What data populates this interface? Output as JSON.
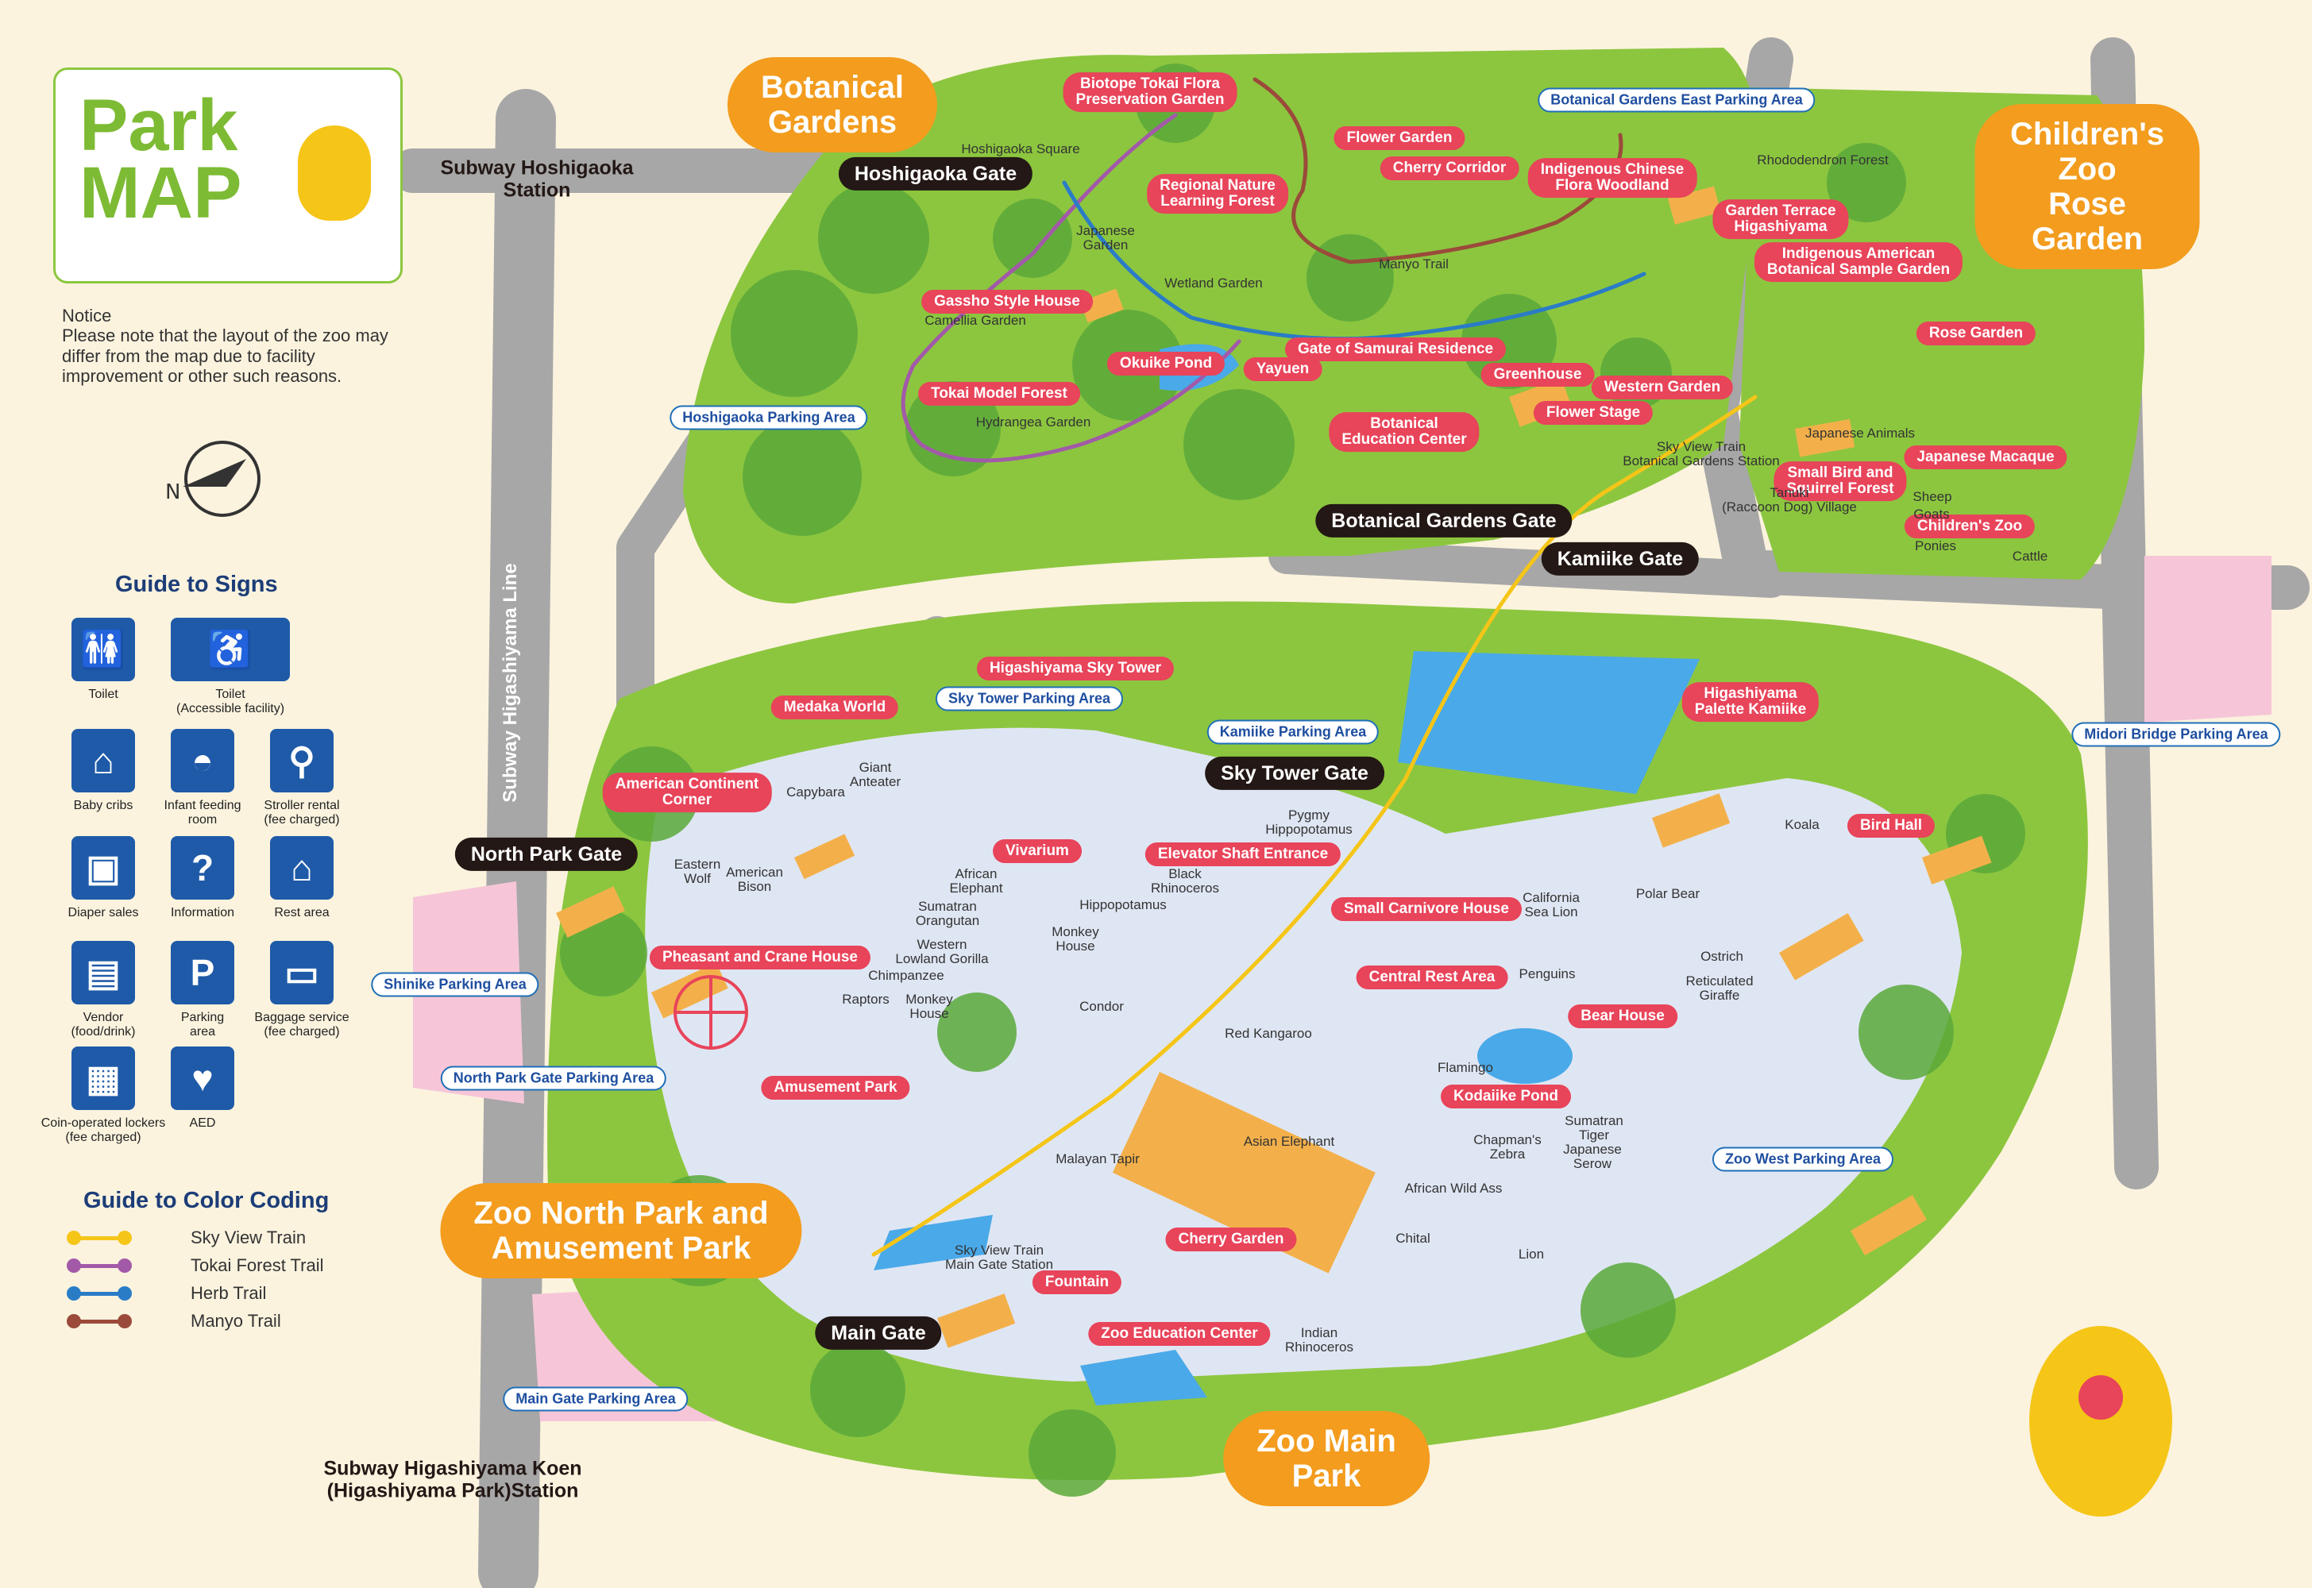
{
  "map_title": "Park\nMAP",
  "notice": {
    "heading": "Notice",
    "text": "Please note that the layout of the zoo may differ from the map due to facility improvement or other such reasons."
  },
  "colors": {
    "background": "#fbf3de",
    "grass": "#8cc63f",
    "trees": "#5ba83a",
    "path": "#dfe6f3",
    "road": "#a7a7a7",
    "building": "#f3b04a",
    "water": "#4aa9e8",
    "parking_zone": "#f6c6d8",
    "red_label": "#e8445a",
    "park_label": "#f39c1e",
    "sign_blue": "#1e5aa8"
  },
  "guide_signs": {
    "title": "Guide to Signs",
    "items": [
      {
        "icon": "toilet-icon",
        "label": "Toilet"
      },
      {
        "icon": "accessible-toilet-icon",
        "label": "Toilet\n(Accessible facility)"
      },
      {
        "icon": "baby-crib-icon",
        "label": "Baby cribs"
      },
      {
        "icon": "infant-feeding-icon",
        "label": "Infant feeding\nroom"
      },
      {
        "icon": "stroller-icon",
        "label": "Stroller rental\n(fee charged)"
      },
      {
        "icon": "diaper-icon",
        "label": "Diaper sales"
      },
      {
        "icon": "information-icon",
        "label": "Information"
      },
      {
        "icon": "rest-area-icon",
        "label": "Rest area"
      },
      {
        "icon": "vendor-icon",
        "label": "Vendor\n(food/drink)"
      },
      {
        "icon": "parking-icon",
        "label": "Parking\narea"
      },
      {
        "icon": "baggage-icon",
        "label": "Baggage service\n(fee charged)"
      },
      {
        "icon": "locker-icon",
        "label": "Coin-operated lockers\n(fee charged)"
      },
      {
        "icon": "aed-icon",
        "label": "AED"
      }
    ]
  },
  "guide_colors": {
    "title": "Guide to Color Coding",
    "items": [
      {
        "label": "Sky View Train",
        "color": "#f5c518"
      },
      {
        "label": "Tokai Forest Trail",
        "color": "#a25aa8"
      },
      {
        "label": "Herb Trail",
        "color": "#2a7cc7"
      },
      {
        "label": "Manyo Trail",
        "color": "#9b4a3a"
      }
    ]
  },
  "stations": [
    "Subway Hoshigaoka\nStation",
    "Subway Higashiyama Koen\n(Higashiyama Park)Station"
  ],
  "subway_line": "Subway Higashiyama Line",
  "parks": [
    "Botanical\nGardens",
    "Children's Zoo\nRose Garden",
    "Zoo North Park and\nAmusement Park",
    "Zoo Main\nPark"
  ],
  "gates": [
    "Hoshigaoka Gate",
    "Botanical Gardens Gate",
    "Kamiike Gate",
    "Sky Tower Gate",
    "North Park Gate",
    "Main Gate"
  ],
  "parking_areas": [
    "Botanical Gardens East Parking Area",
    "Hoshigaoka Parking Area",
    "Sky Tower Parking Area",
    "Kamiike Parking Area",
    "Midori Bridge Parking Area",
    "Shinike Parking Area",
    "North Park Gate Parking Area",
    "Zoo West Parking Area",
    "Main Gate Parking Area"
  ],
  "facilities": [
    "Biotope Tokai Flora\nPreservation Garden",
    "Flower Garden",
    "Cherry Corridor",
    "Indigenous Chinese\nFlora Woodland",
    "Regional Nature\nLearning Forest",
    "Garden Terrace\nHigashiyama",
    "Indigenous American\nBotanical Sample Garden",
    "Gassho Style House",
    "Okuike Pond",
    "Yayuen",
    "Gate of Samurai Residence",
    "Greenhouse",
    "Western Garden",
    "Rose Garden",
    "Tokai Model Forest",
    "Flower Stage",
    "Botanical\nEducation Center",
    "Japanese Macaque",
    "Small Bird and\nSquirrel Forest",
    "Children's Zoo",
    "Higashiyama Sky Tower",
    "Medaka World",
    "Higashiyama\nPalette Kamiike",
    "American Continent\nCorner",
    "Vivarium",
    "Elevator Shaft Entrance",
    "Bird Hall",
    "Small Carnivore House",
    "Pheasant and Crane House",
    "Central Rest Area",
    "Bear House",
    "Amusement Park",
    "Kodaiike Pond",
    "Cherry Garden",
    "Fountain",
    "Zoo Education Center"
  ],
  "small_labels": [
    "Hoshigaoka Square",
    "Japanese\nGarden",
    "Wetland Garden",
    "Manyo Trail",
    "Rhododendron Forest",
    "Camellia Garden",
    "Hydrangea Garden",
    "Japanese Animals",
    "Sky View Train\nBotanical Gardens Station",
    "Tanuki\n(Raccoon Dog) Village",
    "Sheep",
    "Goats",
    "Ponies",
    "Cattle",
    "Giant\nAnteater",
    "Capybara",
    "Pygmy\nHippopotamus",
    "Eastern\nWolf",
    "American\nBison",
    "African\nElephant",
    "Black\nRhinoceros",
    "Hippopotamus",
    "Koala",
    "Polar Bear",
    "California\nSea Lion",
    "Sumatran\nOrangutan",
    "Western\nLowland Gorilla",
    "Monkey\nHouse",
    "Chimpanzee",
    "Monkey\nHouse",
    "Ostrich",
    "Reticulated\nGiraffe",
    "Penguins",
    "Raptors",
    "Condor",
    "Red Kangaroo",
    "Flamingo",
    "Malayan Tapir",
    "Asian Elephant",
    "Sumatran\nTiger",
    "Japanese\nSerow",
    "Chapman's\nZebra",
    "African Wild Ass",
    "Chital",
    "Lion",
    "Sky View Train\nMain Gate Station",
    "Indian\nRhinoceros"
  ]
}
